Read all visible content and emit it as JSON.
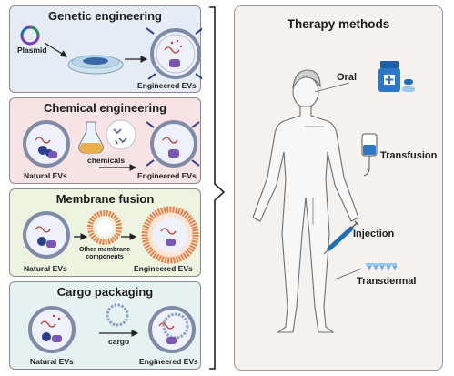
{
  "panels": [
    {
      "title": "Genetic engineering",
      "bg": "#e6ecf6",
      "labels": {
        "plasmid": "Plasmid",
        "output": "Engineered EVs"
      }
    },
    {
      "title": "Chemical engineering",
      "bg": "#f7e3e3",
      "labels": {
        "input": "Natural EVs",
        "reagent": "chemicals",
        "output": "Engineered EVs"
      }
    },
    {
      "title": "Membrane fusion",
      "bg": "#eef3df",
      "labels": {
        "input": "Natural EVs",
        "reagent": "Other membrane components",
        "output": "Engineered EVs"
      }
    },
    {
      "title": "Cargo packaging",
      "bg": "#e6f1f1",
      "labels": {
        "input": "Natural EVs",
        "reagent": "cargo",
        "output": "Engineered EVs"
      }
    }
  ],
  "therapy": {
    "title": "Therapy methods",
    "methods": {
      "oral": "Oral",
      "transfusion": "Transfusion",
      "injection": "Injection",
      "transdermal": "Transdermal"
    }
  },
  "icons": [
    "plasmid-icon",
    "petri-dish-icon",
    "vesicle-icon",
    "flask-icon",
    "chemicals-icon",
    "liposome-icon",
    "cargo-ring-icon",
    "pill-bottle-icon",
    "iv-bag-icon",
    "syringe-icon",
    "microneedle-patch-icon",
    "human-figure-icon",
    "bracket-icon"
  ],
  "colors": {
    "vesicle_membrane": "#7f8aa8",
    "vesicle_fill": "#eef1fa",
    "rna": "#c0392b",
    "protein": "#2a3d8f",
    "lipid_orange": "#e8814a",
    "therapy_bg": "#f5f1ee",
    "accent_blue": "#1d6fb8"
  }
}
